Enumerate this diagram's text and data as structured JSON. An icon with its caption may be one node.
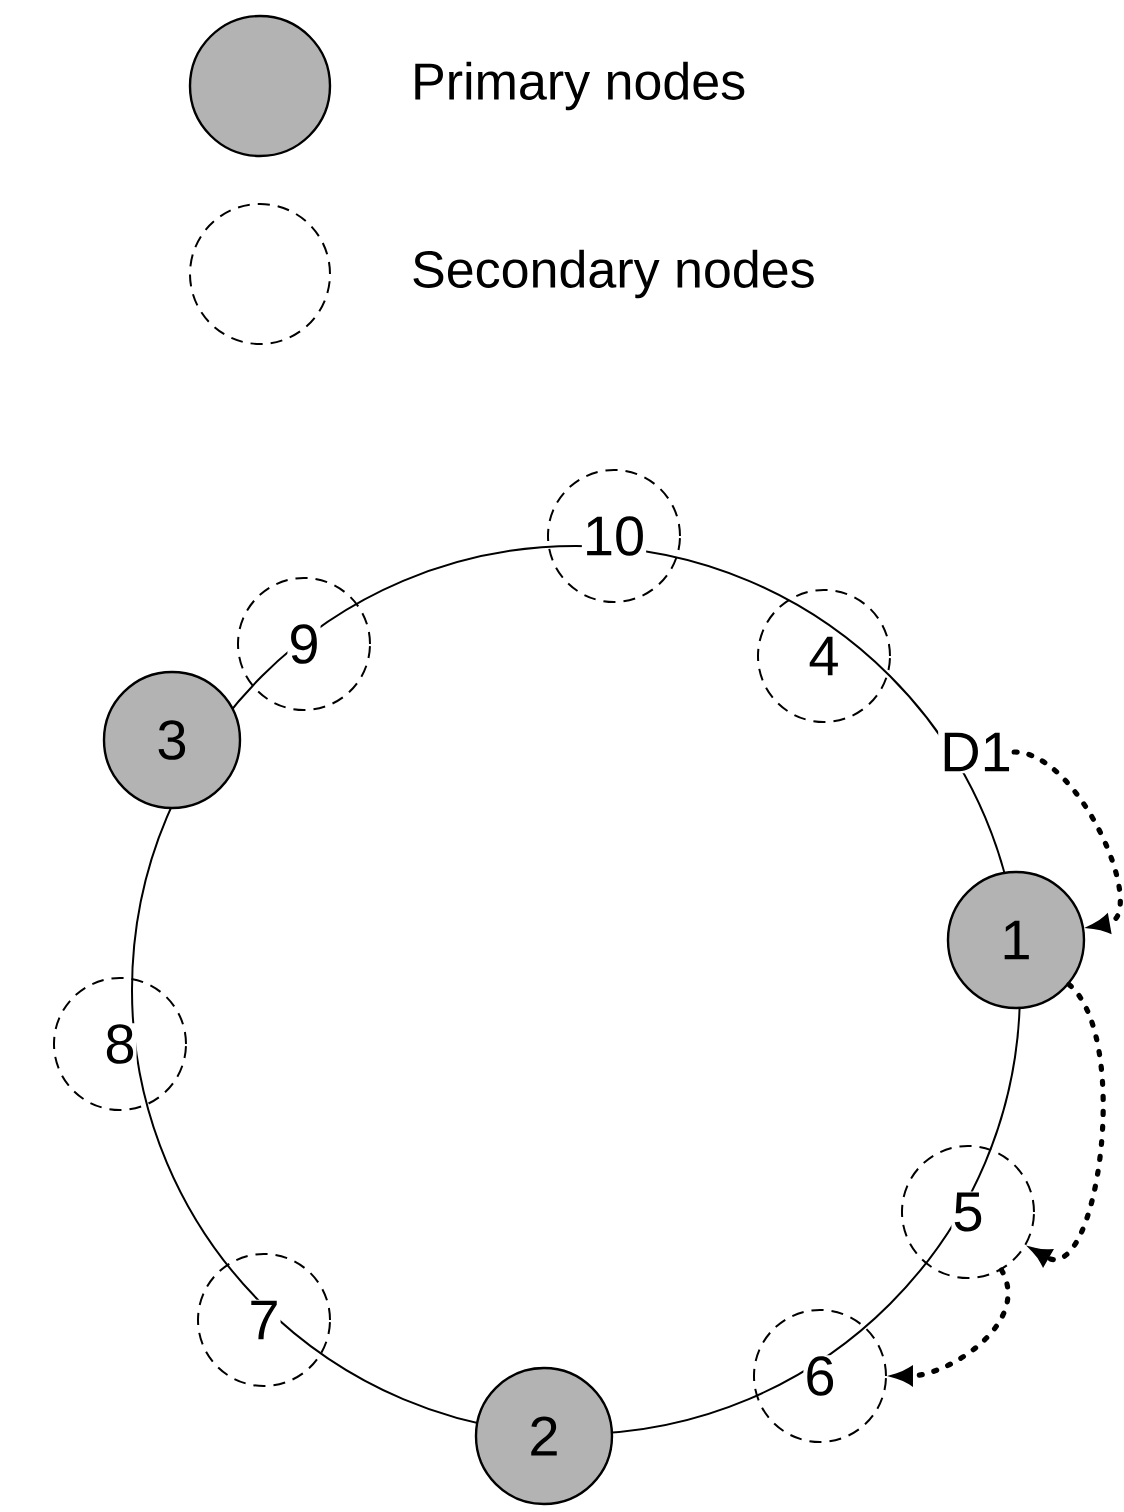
{
  "diagram": {
    "nodes": [
      {
        "text": [
          "10"
        ]
      },
      {
        "text": [
          "9"
        ]
      },
      {
        "text": [
          "4"
        ]
      },
      {
        "text": [
          "D1"
        ]
      },
      {
        "text": [
          "3"
        ]
      },
      {
        "text": [
          "1"
        ]
      },
      {
        "text": [
          "8"
        ]
      },
      {
        "text": [
          "5"
        ]
      },
      {
        "text": [
          "7"
        ]
      },
      {
        "text": [
          "6"
        ]
      },
      {
        "text": [
          "2"
        ]
      }
    ],
    "edges": [
      {
        "from": 3,
        "to": 5,
        "arrow": "to",
        "style": "dashed"
      },
      {
        "from": 5,
        "to": 7,
        "arrow": "to",
        "style": "dashed"
      },
      {
        "from": 7,
        "to": 9,
        "arrow": "to",
        "style": "dashed"
      }
    ],
    "legend": [
      {
        "text": "Primary nodes"
      },
      {
        "text": "Secondary nodes"
      }
    ]
  }
}
